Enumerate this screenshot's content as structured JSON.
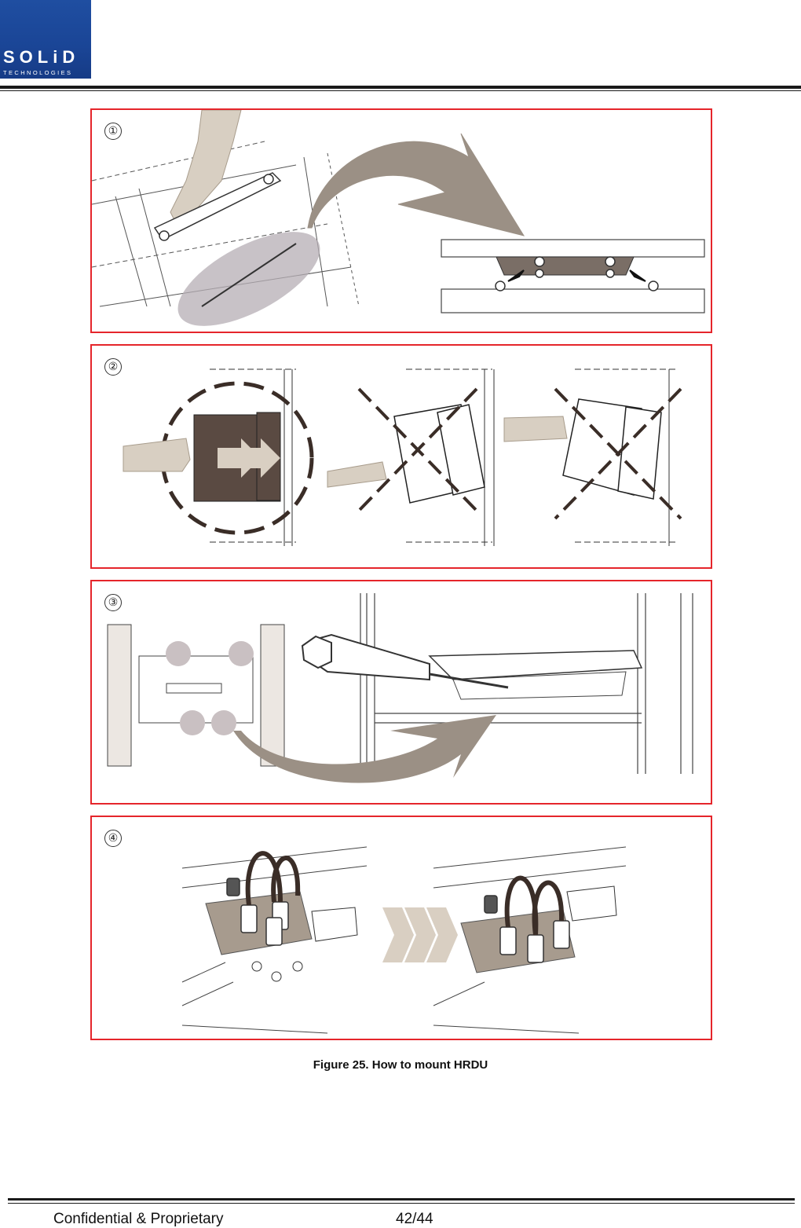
{
  "header": {
    "logo_main": "SOLiD",
    "logo_sub": "TECHNOLOGIES",
    "logo_color": "#1a4596"
  },
  "figure": {
    "caption": "Figure 25. How to mount HRDU",
    "panel_border_color": "#e5252b",
    "steps": [
      {
        "number": "①"
      },
      {
        "number": "②"
      },
      {
        "number": "③"
      },
      {
        "number": "④"
      }
    ]
  },
  "footer": {
    "left_text": "Confidential & Proprietary",
    "page": "42/44"
  }
}
